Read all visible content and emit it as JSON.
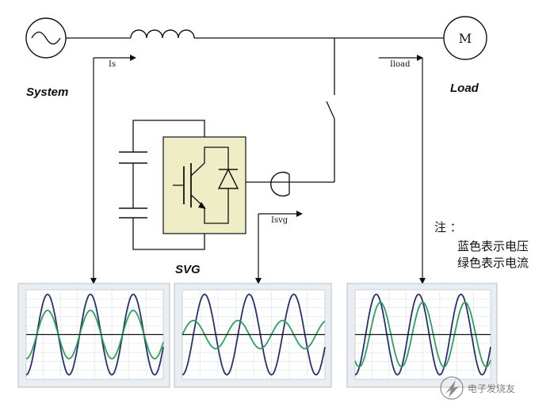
{
  "labels": {
    "system": "System",
    "load": "Load",
    "svg": "SVG",
    "motor": "M",
    "is": "Is",
    "iload": "Iload",
    "isvg": "Isvg"
  },
  "note": {
    "title": "注 ：",
    "line1": "蓝色表示电压",
    "line2": "绿色表示电流"
  },
  "watermark": "电子发烧友",
  "colors": {
    "voltage": "#2a2f73",
    "current": "#2aa35a",
    "inverter_fill": "#efedc6",
    "panel_bg": "#e9eef3"
  },
  "waveform_panels": [
    {
      "name": "system",
      "voltage_amplitude": 1.0,
      "current_amplitude": 0.6,
      "current_phase_deg": 0
    },
    {
      "name": "svg",
      "voltage_amplitude": 1.0,
      "current_amplitude": 0.35,
      "current_phase_deg": 90
    },
    {
      "name": "load",
      "voltage_amplitude": 1.0,
      "current_amplitude": 0.8,
      "current_phase_deg": -35
    }
  ]
}
